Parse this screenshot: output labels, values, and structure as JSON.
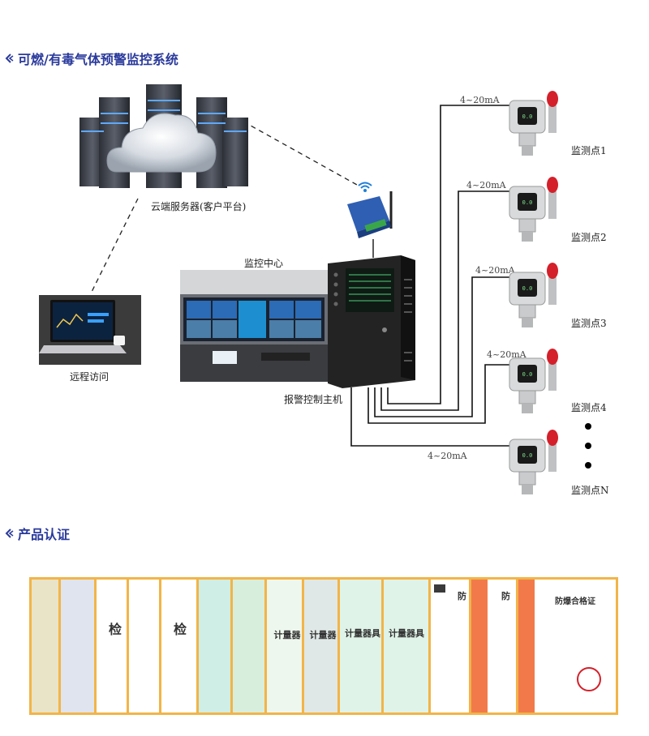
{
  "title_system": "可燃/有毒气体预警监控系统",
  "title_certs": "产品认证",
  "labels": {
    "cloud": "云端服务器(客户平台)",
    "remote": "远程访问",
    "monitor_center": "监控中心",
    "host": "报警控制主机"
  },
  "signal": "4~20mA",
  "points": [
    "监测点1",
    "监测点2",
    "监测点3",
    "监测点4",
    "监测点N"
  ],
  "certs": [
    {
      "text": "",
      "bg": "#e9e3c8"
    },
    {
      "text": "",
      "bg": "#dfe4ef"
    },
    {
      "text": "检",
      "bg": "#ffffff"
    },
    {
      "text": "",
      "bg": "#ffffff"
    },
    {
      "text": "检",
      "bg": "#ffffff"
    },
    {
      "text": "",
      "bg": "#cfeee6"
    },
    {
      "text": "",
      "bg": "#d8eedc"
    },
    {
      "text": "计量器",
      "bg": "#eef7ee"
    },
    {
      "text": "计量器",
      "bg": "#dfe8e6"
    },
    {
      "text": "计量器具",
      "bg": "#dff3e8"
    },
    {
      "text": "计量器具",
      "bg": "#dff3e8"
    },
    {
      "text": "防",
      "bg": "#ffffff"
    },
    {
      "text": "防",
      "bg": "#ffffff"
    },
    {
      "text": "防爆合格证",
      "bg": "#ffffff"
    }
  ],
  "colors": {
    "title": "#2a3a9c",
    "cert_border": "#f2b448",
    "wire": "#111111"
  }
}
